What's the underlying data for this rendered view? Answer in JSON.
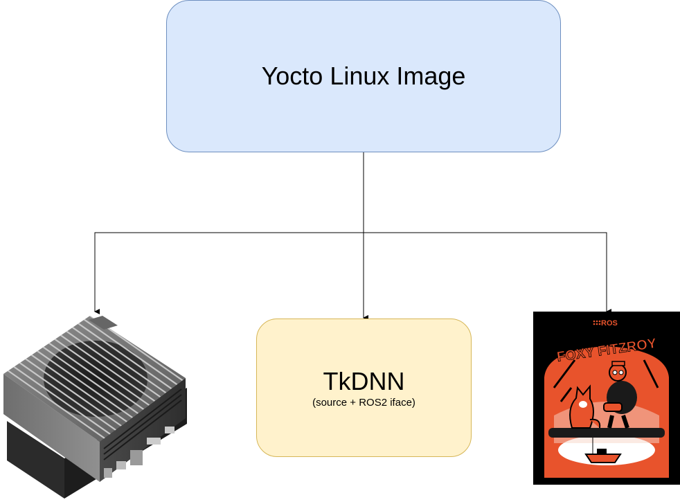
{
  "nodes": {
    "yocto": {
      "label": "Yocto Linux Image"
    },
    "tkdnn": {
      "label": "TkDNN",
      "sublabel": "(source + ROS2 iface)"
    },
    "jetson": {
      "icon": "nvidia-jetson-device-image"
    },
    "ros": {
      "icon": "ros-foxy-fitzroy-poster",
      "brand": "ROS",
      "title": "FOXY FITZROY"
    }
  },
  "edges": [
    {
      "from": "yocto",
      "to": "jetson"
    },
    {
      "from": "yocto",
      "to": "tkdnn"
    },
    {
      "from": "yocto",
      "to": "ros"
    }
  ],
  "colors": {
    "yocto_fill": "#dae8fc",
    "yocto_stroke": "#6c8ebf",
    "tkdnn_fill": "#fff2cc",
    "tkdnn_stroke": "#d6b656",
    "ros_accent": "#e8532c"
  }
}
